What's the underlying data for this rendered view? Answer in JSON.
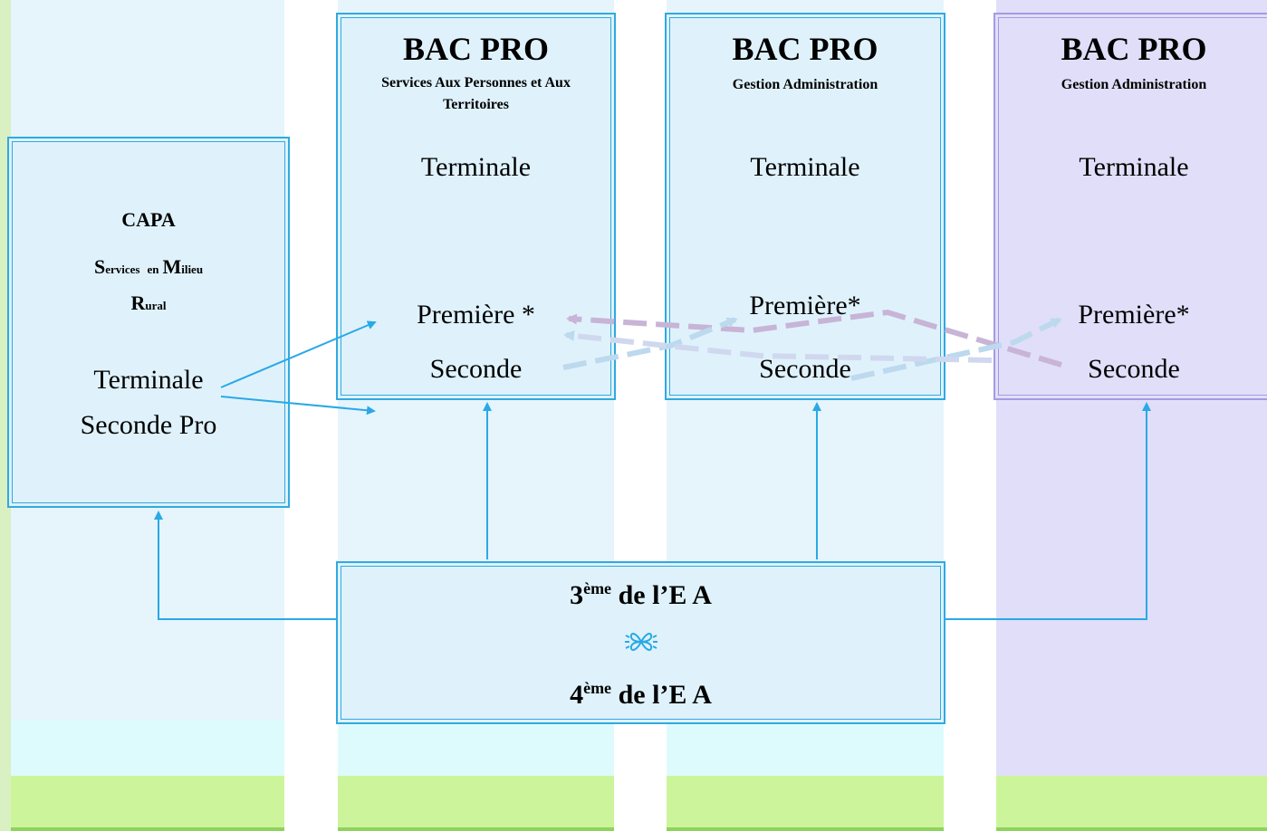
{
  "capa": {
    "title": "CAPA",
    "line1": {
      "s1": "S",
      "w1": "ervices",
      "w2": "en",
      "s2": "M",
      "w3": "ilieu"
    },
    "line2": {
      "s1": "R",
      "w1": "ural"
    },
    "terminale": "Terminale",
    "seconde": "Seconde Pro"
  },
  "bac1": {
    "title": "BAC PRO",
    "subtitle": "Services Aux Personnes et Aux Territoires",
    "terminale": "Terminale",
    "premiere": "Première *",
    "seconde": "Seconde"
  },
  "bac2": {
    "title": "BAC PRO",
    "subtitle": "Gestion Administration",
    "terminale": "Terminale",
    "premiere": "Première*",
    "seconde": "Seconde"
  },
  "bac3": {
    "title": "BAC PRO",
    "subtitle": "Gestion Administration",
    "terminale": "Terminale",
    "premiere": "Première*",
    "seconde": "Seconde"
  },
  "ea": {
    "line1_num": "3",
    "line1_sup": "ème",
    "line1_rest": " de l’E A",
    "line2_num": "4",
    "line2_sup": "ème",
    "line2_rest": " de l’E A",
    "ornament_icon": "butterfly-icon"
  },
  "colors": {
    "blue_border": "#31a9e0",
    "purple_border": "#a69ae2",
    "column_blue": "#e6f4fc",
    "column_purple": "#e1def9",
    "footer_green": "#ccf59b"
  }
}
